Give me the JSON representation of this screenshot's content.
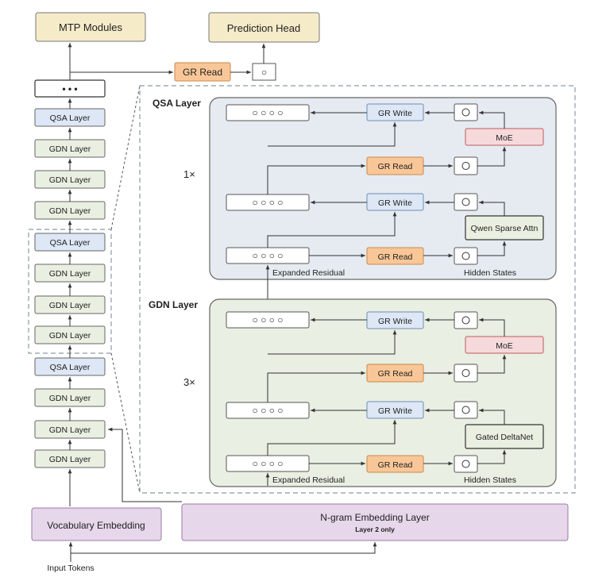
{
  "top": {
    "mtp_modules": "MTP Modules",
    "prediction_head": "Prediction Head",
    "gr_read": "GR Read",
    "circle": "○",
    "ellipsis": "• • •"
  },
  "stack": {
    "layers": [
      "QSA Layer",
      "GDN Layer",
      "GDN Layer",
      "GDN Layer",
      "QSA Layer",
      "GDN Layer",
      "GDN Layer",
      "GDN Layer",
      "QSA Layer",
      "GDN Layer",
      "GDN Layer",
      "GDN Layer"
    ]
  },
  "qsa_block": {
    "title": "QSA Layer",
    "repeat": "1×",
    "residual_slots": "○ ○ ○ ○",
    "gr_write": "GR Write",
    "gr_read": "GR Read",
    "moe": "MoE",
    "attention": "Qwen Sparse Attn",
    "expanded_residual": "Expanded Residual",
    "hidden_states": "Hidden States"
  },
  "gdn_block": {
    "title": "GDN Layer",
    "repeat": "3×",
    "residual_slots": "○ ○ ○ ○",
    "gr_write": "GR Write",
    "gr_read": "GR Read",
    "moe": "MoE",
    "attention": "Gated DeltaNet",
    "expanded_residual": "Expanded Residual",
    "hidden_states": "Hidden States"
  },
  "bottom": {
    "vocab_embedding": "Vocabulary Embedding",
    "ngram_embedding": "N-gram Embedding Layer",
    "ngram_note": "Layer 2 only",
    "input_tokens": "Input Tokens"
  },
  "colors": {
    "beige": "#f6ebc9",
    "orange": "#f9c797",
    "blue": "#dde7f5",
    "green": "#e9f0e1",
    "red": "#f6d9db",
    "purple": "#e6d7ea",
    "panel_blue": "#e6ebf2",
    "panel_green": "#e9efe2"
  }
}
